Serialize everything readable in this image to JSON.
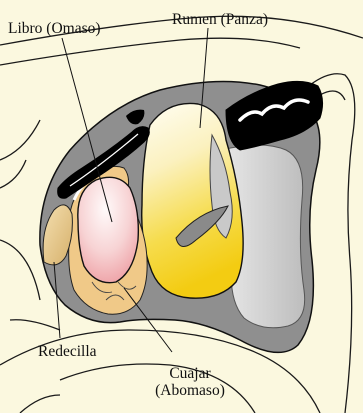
{
  "labels": {
    "libro": "Libro (Omaso)",
    "rumen": "Rumen (Panza)",
    "redecilla": "Redecilla",
    "cuajar_line1": "Cuajar",
    "cuajar_line2": "(Abomaso)"
  },
  "colors": {
    "background": "#fbf8df",
    "body_wall": "#8f8f8f",
    "rumen_yellow": "#f3d21a",
    "omasum_pink": "#f3c2c4",
    "abomasum_tan": "#f0c988",
    "reticulum": "#e2c58a",
    "esophagus": "#000000",
    "outline": "#111111"
  }
}
